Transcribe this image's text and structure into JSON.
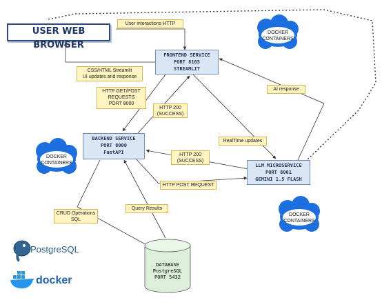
{
  "title": "USER WEB BROWSER",
  "frontend": {
    "line1": "FRONTEND SERVICE",
    "line2": "PORT 8105",
    "line3": "STREAMLIT"
  },
  "backend": {
    "line1": "BACKEND SERVICE",
    "line2": "PORT 8000",
    "line3": "FastAPI"
  },
  "llm": {
    "line1": "LLM MICROSERVICE",
    "line2": "PORT 8001",
    "line3": "GEMINI 1.5 FLASH"
  },
  "database": {
    "line1": "DATABASE",
    "line2": "PostgreSQL",
    "line3": "PORT 5432"
  },
  "docker_containers": {
    "line1": "DOCKER",
    "line2": "CONTAINERS"
  },
  "labels": {
    "user_interactions": "User interactions HTTP",
    "css_html_1": "CSS/HTML Streamlit",
    "css_html_2": "UI updates and response",
    "http_get_post_1": "HTTP GET/POST",
    "http_get_post_2": "REQUESTS",
    "http_get_post_3": "PORT 8000",
    "http200_a_1": "HTTP 200",
    "http200_a_2": "(SUCCESS)",
    "http200_b_1": "HTTP 200",
    "http200_b_2": "(SUCCESS)",
    "ai_response": "AI response",
    "realtime": "RealTime updates",
    "http_post": "HTTP POST REQUEST",
    "crud_1": "CRUD Operations",
    "crud_2": "SQL",
    "query_results": "Query Results"
  },
  "logos": {
    "postgres": "PostgreSQL",
    "docker": "docker"
  },
  "colors": {
    "service_fill": "#dbe6f4",
    "note_fill": "#fff4c2",
    "cloud_fill": "#1d6fe0",
    "database_fill": "#dcefd9"
  }
}
